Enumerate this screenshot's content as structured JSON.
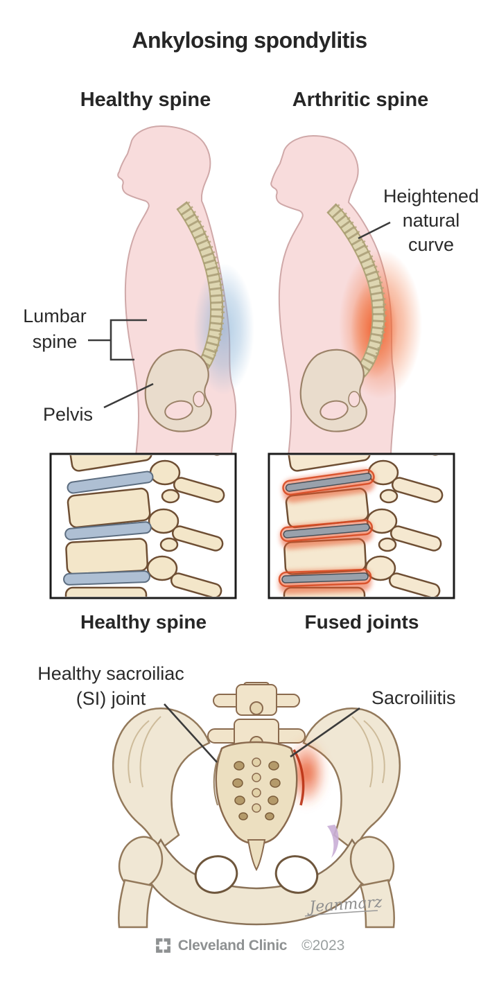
{
  "title": "Ankylosing spondylitis",
  "columns": {
    "left": "Healthy spine",
    "right": "Arthritic spine"
  },
  "callouts": {
    "heightened_curve": {
      "lines": [
        "Heightened",
        "natural",
        "curve"
      ]
    },
    "lumbar_spine": {
      "lines": [
        "Lumbar",
        "spine"
      ]
    },
    "pelvis": "Pelvis",
    "si_joint": {
      "lines": [
        "Healthy sacroiliac",
        "(SI) joint"
      ]
    },
    "sacroiliitis": "Sacroiliitis"
  },
  "insets": {
    "left_caption": "Healthy spine",
    "right_caption": "Fused joints"
  },
  "signature": "Jeanmarz",
  "footer": {
    "brand": "Cleveland Clinic",
    "copyright": "©2023"
  },
  "colors": {
    "body_pink": "#f8dcdc",
    "body_outline": "#cfa8a8",
    "spine_tan": "#ded6b2",
    "healthy_glow_blue": "#7daad2",
    "inflamed_glow_orange": "#ee6230",
    "bone_cream": "#f2e7d0",
    "bone_outline": "#8a6f52",
    "healthy_disc_blue": "#aebfd3",
    "fused_disc_gray": "#99a1ab",
    "inflammation_red": "#d84a22",
    "text_dark": "#262626",
    "footer_gray": "#8e9192"
  }
}
